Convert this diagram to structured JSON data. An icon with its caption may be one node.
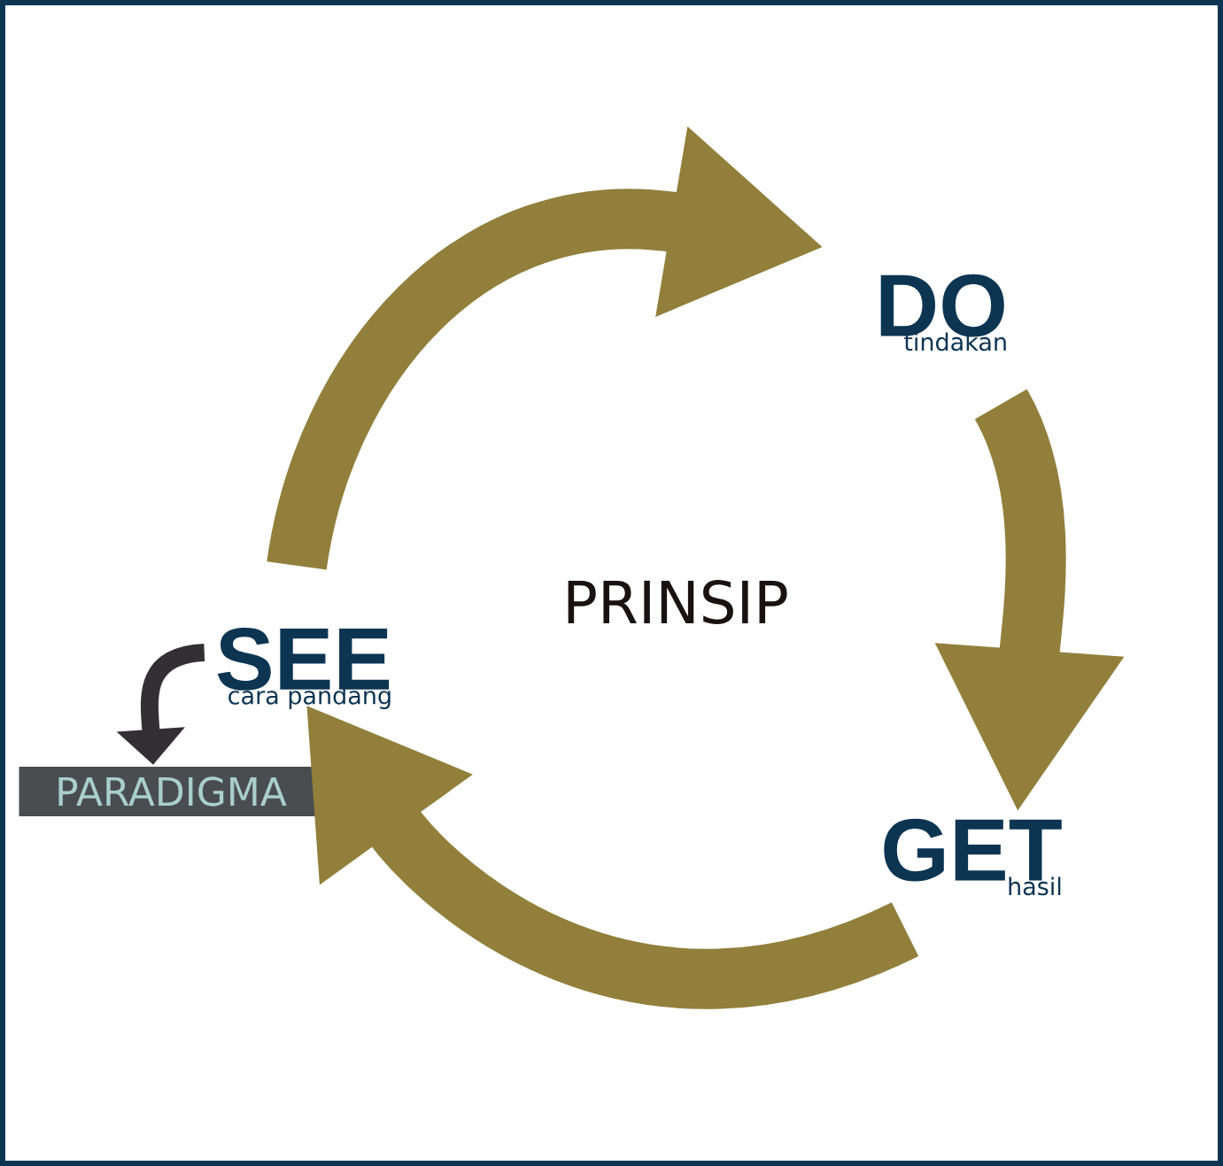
{
  "diagram": {
    "nodes": [
      {
        "text": [
          "SEE",
          "cara pandang"
        ]
      },
      {
        "text": [
          "DO",
          "tindakan"
        ]
      },
      {
        "text": [
          "GET",
          "hasil"
        ]
      },
      {
        "text": [
          "PARADIGMA"
        ]
      }
    ],
    "edges": [
      {
        "from": 0,
        "to": 1,
        "arrow": "to"
      },
      {
        "from": 1,
        "to": 2,
        "arrow": "to"
      },
      {
        "from": 2,
        "to": 0,
        "arrow": "to"
      },
      {
        "from": 0,
        "to": 3,
        "arrow": "to",
        "color": "#333033"
      }
    ],
    "labels": [
      "PRINSIP"
    ]
  }
}
